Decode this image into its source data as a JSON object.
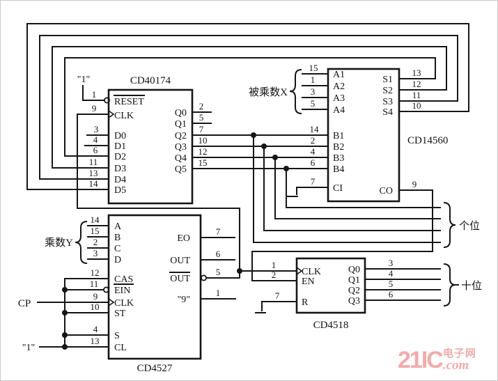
{
  "chips": {
    "cd40174": {
      "label": "CD40174",
      "pins": {
        "reset": {
          "num": "1",
          "name": "RESET"
        },
        "clk": {
          "num": "9",
          "name": "CLK"
        },
        "d0": {
          "num": "3",
          "name": "D0"
        },
        "d1": {
          "num": "4",
          "name": "D1"
        },
        "d2": {
          "num": "6",
          "name": "D2"
        },
        "d3": {
          "num": "11",
          "name": "D3"
        },
        "d4": {
          "num": "13",
          "name": "D4"
        },
        "d5": {
          "num": "14",
          "name": "D5"
        },
        "q0": {
          "num": "2",
          "name": "Q0"
        },
        "q1": {
          "num": "5",
          "name": "Q1"
        },
        "q2": {
          "num": "7",
          "name": "Q2"
        },
        "q3": {
          "num": "10",
          "name": "Q3"
        },
        "q4": {
          "num": "12",
          "name": "Q4"
        },
        "q5": {
          "num": "15",
          "name": "Q5"
        }
      }
    },
    "cd14560": {
      "label": "CD14560",
      "pins": {
        "a1": {
          "num": "15",
          "name": "A1"
        },
        "a2": {
          "num": "1",
          "name": "A2"
        },
        "a3": {
          "num": "3",
          "name": "A3"
        },
        "a4": {
          "num": "5",
          "name": "A4"
        },
        "b1": {
          "num": "14",
          "name": "B1"
        },
        "b2": {
          "num": "2",
          "name": "B2"
        },
        "b3": {
          "num": "4",
          "name": "B3"
        },
        "b4": {
          "num": "6",
          "name": "B4"
        },
        "ci": {
          "num": "7",
          "name": "CI"
        },
        "s1": {
          "num": "13",
          "name": "S1"
        },
        "s2": {
          "num": "12",
          "name": "S2"
        },
        "s3": {
          "num": "11",
          "name": "S3"
        },
        "s4": {
          "num": "10",
          "name": "S4"
        },
        "co": {
          "num": "9",
          "name": "CO"
        }
      }
    },
    "cd4527": {
      "label": "CD4527",
      "pins": {
        "a": {
          "num": "14",
          "name": "A"
        },
        "b": {
          "num": "15",
          "name": "B"
        },
        "c": {
          "num": "2",
          "name": "C"
        },
        "d": {
          "num": "3",
          "name": "D"
        },
        "cas": {
          "num": "12",
          "name": "CAS"
        },
        "ein": {
          "num": "11",
          "name": "EIN"
        },
        "clk": {
          "num": "9",
          "name": "CLK"
        },
        "st": {
          "num": "10",
          "name": "ST"
        },
        "s": {
          "num": "4",
          "name": "S"
        },
        "cl": {
          "num": "13",
          "name": "CL"
        },
        "eo": {
          "num": "7",
          "name": "EO"
        },
        "out": {
          "num": "6",
          "name": "OUT"
        },
        "outbar": {
          "num": "5",
          "name": "OUT"
        },
        "nine": {
          "num": "1",
          "name": "\"9\""
        }
      }
    },
    "cd4518": {
      "label": "CD4518",
      "pins": {
        "clk": {
          "num": "1",
          "name": "CLK"
        },
        "en": {
          "num": "2",
          "name": "EN"
        },
        "r": {
          "num": "7",
          "name": "R"
        },
        "q0": {
          "num": "3",
          "name": "Q0"
        },
        "q1": {
          "num": "4",
          "name": "Q1"
        },
        "q2": {
          "num": "5",
          "name": "Q2"
        },
        "q3": {
          "num": "6",
          "name": "Q3"
        }
      }
    }
  },
  "annotations": {
    "logic_one_top": "\"1\"",
    "logic_one_bottom": "\"1\"",
    "cp": "CP",
    "multiplicand_x": "被乘数X",
    "multiplier_y": "乘数Y",
    "units_digit": "个位",
    "tens_digit": "十位"
  },
  "watermark": {
    "brand": "21IC",
    "domain": ".com",
    "site_name": "电子网",
    "color": "#f2abab"
  }
}
